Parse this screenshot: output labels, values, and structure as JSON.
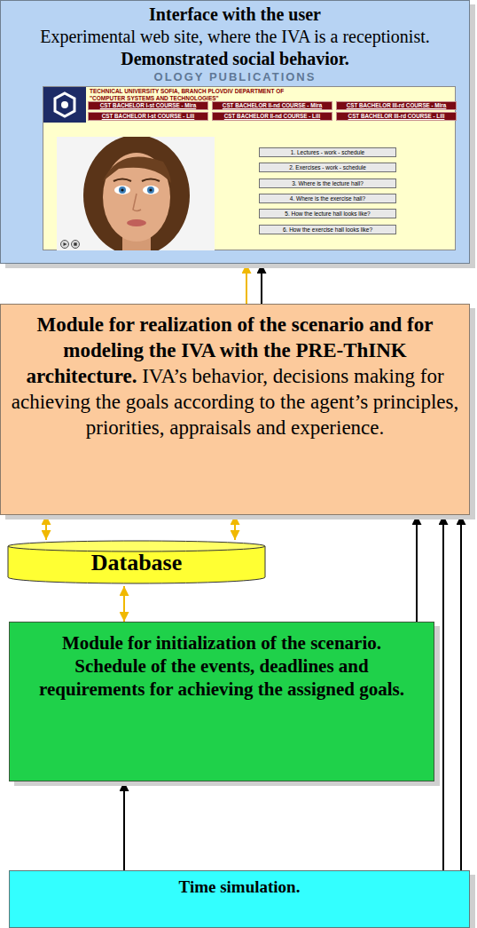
{
  "diagram": {
    "nodes": [
      {
        "text": [
          "Interface with the user",
          "Experimental web site, where the IVA is a receptionist.",
          "Demonstrated social behavior."
        ]
      },
      {
        "text": [
          "TECHNICAL UNIVERSITY SOFIA, BRANCH PLOVDIV DEPARTMENT OF \"COMPUTER SYSTEMS AND TECHNOLOGIES\""
        ],
        "in": 0
      },
      {
        "text": [
          "CST BACHELOR I-st COURSE - Mira"
        ],
        "in": 1
      },
      {
        "text": [
          "CST BACHELOR II-nd COURSE - Mira"
        ],
        "in": 1
      },
      {
        "text": [
          "CST BACHELOR III-rd COURSE - Mira"
        ],
        "in": 1
      },
      {
        "text": [
          "CST BACHELOR I-st COURSE - Lili"
        ],
        "in": 1
      },
      {
        "text": [
          "CST BACHELOR II-nd COURSE - Lili"
        ],
        "in": 1
      },
      {
        "text": [
          "CST BACHELOR III-rd COURSE - Lili"
        ],
        "in": 1
      },
      {
        "text": [
          "1. Lectures - work - schedule"
        ],
        "in": 1
      },
      {
        "text": [
          "2. Exercises - work - schedule"
        ],
        "in": 1
      },
      {
        "text": [
          "3. Where is the lecture hall?"
        ],
        "in": 1
      },
      {
        "text": [
          "4. Where is the exercise hall?"
        ],
        "in": 1
      },
      {
        "text": [
          "5. How the lecture hall looks like?"
        ],
        "in": 1
      },
      {
        "text": [
          "6. How the exercise hall looks like?"
        ],
        "in": 1
      },
      {
        "text": [
          "Module for realization of the scenario and for modeling the IVA with the PRE-ThINK architecture.",
          "IVA’s behavior, decisions making for achieving the goals according to the agent’s principles, priorities, appraisals and experience."
        ]
      },
      {
        "text": [
          "Database"
        ]
      },
      {
        "text": [
          "Module for initialization of the scenario. Schedule of the events, deadlines and requirements for achieving the assigned goals."
        ]
      },
      {
        "text": [
          "Time simulation."
        ]
      }
    ],
    "edges": [
      {
        "from": 14,
        "to": 0,
        "arrow": "to"
      },
      {
        "from": 14,
        "to": 0,
        "arrow": "to"
      },
      {
        "from": 14,
        "to": 15,
        "arrow": "both"
      },
      {
        "from": 14,
        "to": 15,
        "arrow": "both"
      },
      {
        "from": 15,
        "to": 16,
        "arrow": "both"
      },
      {
        "from": 16,
        "to": 14,
        "arrow": "to"
      },
      {
        "from": 17,
        "to": 16,
        "arrow": "to"
      },
      {
        "from": 17,
        "to": 14,
        "arrow": "to"
      },
      {
        "from": 17,
        "to": 14,
        "arrow": "to"
      }
    ],
    "labels": [
      "OLOGY PUBLICATIONS"
    ]
  }
}
